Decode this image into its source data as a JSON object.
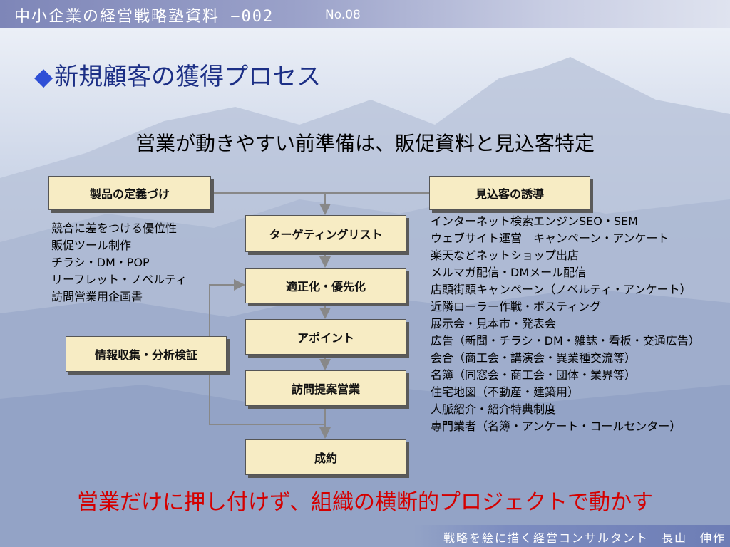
{
  "header": {
    "title": "中小企業の経営戦略塾資料 −002",
    "slide_no": "No.08"
  },
  "slide": {
    "title_marker": "◆",
    "title": "新規顧客の獲得プロセス",
    "subtitle": "営業が動きやすい前準備は、販促資料と見込客特定",
    "conclusion": "営業だけに押し付けず、組織の横断的プロジェクトで動かす"
  },
  "boxes": {
    "product": "製品の定義づけ",
    "prospect": "見込客の誘導",
    "target_list": "ターゲティングリスト",
    "optimize": "適正化・優先化",
    "appointment": "アポイント",
    "visit": "訪問提案営業",
    "contract": "成約",
    "info": "情報収集・分析検証"
  },
  "product_list": [
    "競合に差をつける優位性",
    "販促ツール制作",
    "チラシ・DM・POP",
    "リーフレット・ノベルティ",
    "訪問営業用企画書"
  ],
  "prospect_list": [
    "インターネット検索エンジンSEO・SEM",
    "ウェブサイト運営　キャンペーン・アンケート",
    "楽天などネットショップ出店",
    "メルマガ配信・DMメール配信",
    "店頭街頭キャンペーン（ノベルティ・アンケート）",
    "近隣ローラー作戦・ポスティング",
    "展示会・見本市・発表会",
    "広告（新聞・チラシ・DM・雑誌・看板・交通広告）",
    "会合（商工会・講演会・異業種交流等）",
    "名簿（同窓会・商工会・団体・業界等）",
    "住宅地図（不動産・建築用）",
    "人脈紹介・紹介特典制度",
    "専門業者（名簿・アンケート・コールセンター）"
  ],
  "footer": {
    "credit": "戦略を絵に描く経営コンサルタント　長山　伸作"
  },
  "colors": {
    "title": "#1c2f86",
    "conclusion": "#d40000",
    "box_fill": "#f7ecc4",
    "connector": "#888888"
  }
}
